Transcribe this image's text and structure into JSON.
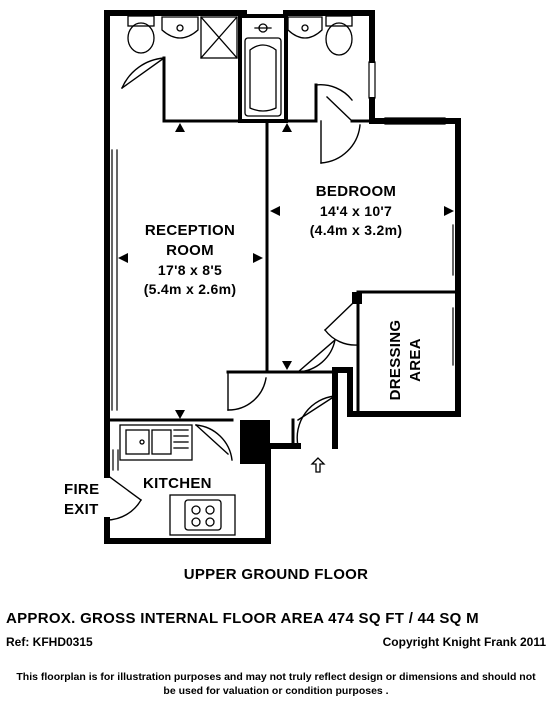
{
  "rooms": {
    "reception": {
      "name_line1": "RECEPTION",
      "name_line2": "ROOM",
      "dim_imperial": "17'8 x 8'5",
      "dim_metric": "(5.4m x 2.6m)"
    },
    "bedroom": {
      "name": "BEDROOM",
      "dim_imperial": "14'4 x 10'7",
      "dim_metric": "(4.4m x 3.2m)"
    },
    "dressing": {
      "name_line1": "DRESSING",
      "name_line2": "AREA"
    },
    "kitchen": {
      "name": "KITCHEN"
    }
  },
  "fire_exit": {
    "line1": "FIRE",
    "line2": "EXIT"
  },
  "floor_label": "UPPER GROUND FLOOR",
  "area_text": "APPROX. GROSS INTERNAL FLOOR AREA 474 SQ FT / 44 SQ M",
  "ref_text": "Ref: KFHD0315",
  "copyright_text": "Copyright Knight Frank 2011",
  "disclaimer_line1": "This floorplan is for illustration purposes and may not truly reflect design or dimensions and should not",
  "disclaimer_line2": "be used for valuation or condition purposes ."
}
